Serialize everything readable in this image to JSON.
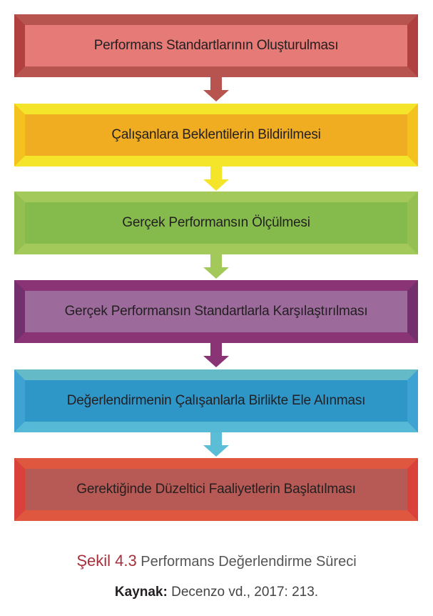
{
  "steps": [
    {
      "label": "Performans Standartlarının Oluşturulması",
      "colors": {
        "top": "#b85450",
        "bottom": "#b85450",
        "side": "#b0413e",
        "inner": "#e57a76",
        "arrow": "#b85450"
      }
    },
    {
      "label": "Çalışanlara Beklentilerin Bildirilmesi",
      "colors": {
        "top": "#f5e52a",
        "bottom": "#f5e52a",
        "side": "#f3c21e",
        "inner": "#f0ad22",
        "arrow": "#f5e52a"
      }
    },
    {
      "label": "Gerçek Performansın Ölçülmesi",
      "colors": {
        "top": "#a3c95a",
        "bottom": "#a3c95a",
        "side": "#93c050",
        "inner": "#85bb4c",
        "arrow": "#a3c95a"
      }
    },
    {
      "label": "Gerçek Performansın Standartlarla Karşılaştırılması",
      "colors": {
        "top": "#8a3475",
        "bottom": "#8a3475",
        "side": "#74306e",
        "inner": "#9c6b9c",
        "arrow": "#8a3475"
      }
    },
    {
      "label": "Değerlendirmenin Çalışanlarla Birlikte Ele Alınması",
      "colors": {
        "top": "#64bac6",
        "bottom": "#56b9d6",
        "side": "#3ea3d3",
        "inner": "#2f96c8",
        "arrow": "#5bbdd6"
      }
    },
    {
      "label": "Gerektiğinde Düzeltici Faaliyetlerin Başlatılması",
      "colors": {
        "top": "#e0573f",
        "bottom": "#e0573f",
        "side": "#d9413a",
        "inner": "#b75a55",
        "arrow": null
      }
    }
  ],
  "caption": {
    "figure": "Şekil 4.3",
    "title": "Performans Değerlendirme Süreci"
  },
  "source": {
    "label": "Kaynak:",
    "text": "Decenzo vd., 2017: 213."
  }
}
